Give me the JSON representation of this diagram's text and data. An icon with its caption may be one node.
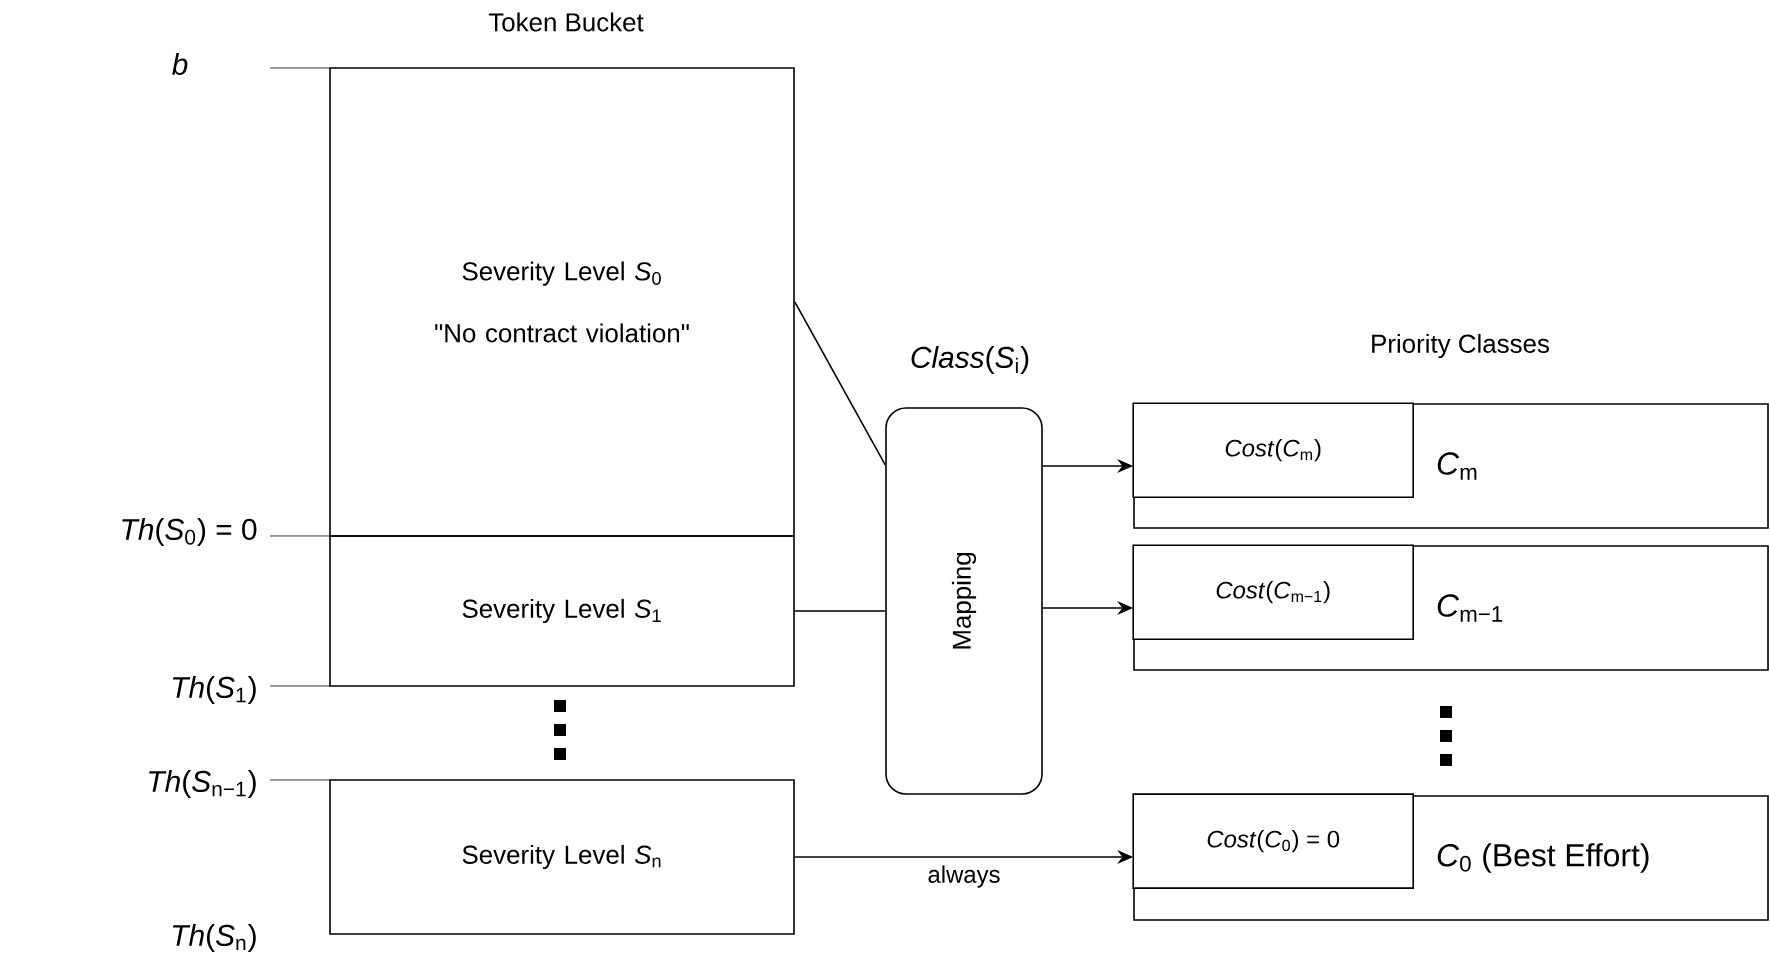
{
  "diagram": {
    "nodes": [
      {
        "text": [
          "Severity Level *S*$_{0}$",
          "\"No contract violation\""
        ],
        "beside": [
          "*Th*(*S*$_{0}$) = 0"
        ]
      },
      {
        "text": [
          "Severity Level *S*$_{1}$"
        ],
        "beside": [
          "*Th*(*S*$_{1}$)"
        ]
      },
      {
        "text": [
          "Severity Level *S*$_{n}$"
        ],
        "beside": [
          "*Th*(*S*$_{n−1}$)",
          "*Th*(*S*$_{n}$)"
        ]
      },
      {
        "text": [
          "Mapping"
        ],
        "beside": [
          "*Class*(*S*$_{i}$)"
        ]
      },
      {
        "text": [
          "*C*$_{m}$"
        ]
      },
      {
        "text": [
          "*Cost*(*C*$_{m}$)"
        ],
        "in": 4
      },
      {
        "text": [
          "*C*$_{m−1}$"
        ]
      },
      {
        "text": [
          "*Cost*(*C*$_{m−1}$)"
        ],
        "in": 6
      },
      {
        "text": [
          "*C*$_{0}$ (Best Effort)"
        ]
      },
      {
        "text": [
          "*Cost*(*C*$_{0}$) = 0"
        ],
        "in": 8
      }
    ],
    "edges": [
      {
        "from": 0,
        "to": 3,
        "arrow": "none"
      },
      {
        "from": 1,
        "to": 3,
        "arrow": "none"
      },
      {
        "from": 3,
        "to": 4,
        "arrow": "to"
      },
      {
        "from": 3,
        "to": 6,
        "arrow": "to"
      },
      {
        "from": 2,
        "to": 8,
        "arrow": "to",
        "label": "always"
      }
    ],
    "labels": [
      "Token Bucket",
      "*b*",
      "Priority Classes"
    ]
  }
}
